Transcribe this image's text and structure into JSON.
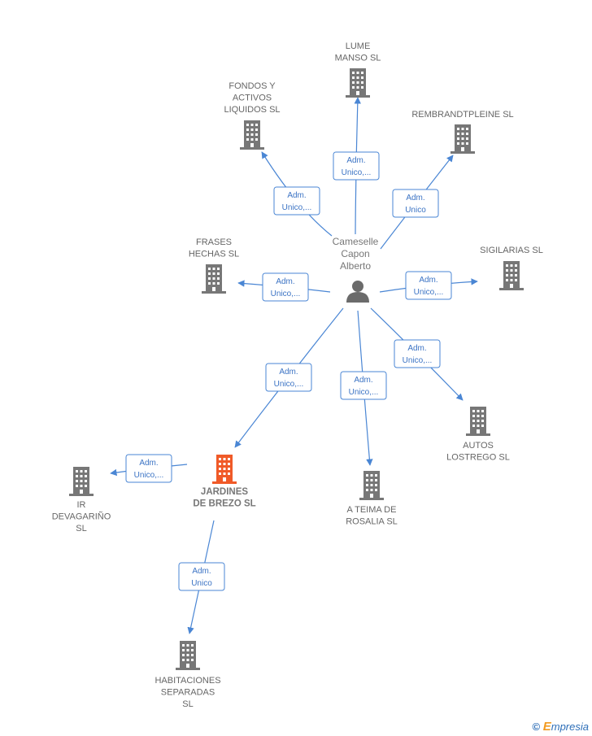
{
  "person": {
    "name_lines": [
      "Cameselle",
      "Capon",
      "Alberto"
    ]
  },
  "companies": [
    {
      "id": "lume",
      "lines": [
        "LUME",
        "MANSO  SL"
      ]
    },
    {
      "id": "fondos",
      "lines": [
        "FONDOS Y",
        "ACTIVOS",
        "LIQUIDOS  SL"
      ]
    },
    {
      "id": "rembrandt",
      "lines": [
        "REMBRANDTPLEINE SL"
      ]
    },
    {
      "id": "frases",
      "lines": [
        "FRASES",
        "HECHAS  SL"
      ]
    },
    {
      "id": "sigilarias",
      "lines": [
        "SIGILARIAS  SL"
      ]
    },
    {
      "id": "autos",
      "lines": [
        "AUTOS",
        "LOSTREGO SL"
      ]
    },
    {
      "id": "teima",
      "lines": [
        "A TEIMA DE",
        "ROSALIA  SL"
      ]
    },
    {
      "id": "jardines",
      "lines": [
        "JARDINES",
        "DE BREZO  SL"
      ],
      "highlight": true
    },
    {
      "id": "ir",
      "lines": [
        "IR",
        "DEVAGARIÑO",
        "SL"
      ]
    },
    {
      "id": "habitaciones",
      "lines": [
        "HABITACIONES",
        "SEPARADAS",
        "SL"
      ]
    }
  ],
  "relations": [
    {
      "from": "person",
      "to": "lume",
      "lines": [
        "Adm.",
        "Unico,..."
      ]
    },
    {
      "from": "person",
      "to": "fondos",
      "lines": [
        "Adm.",
        "Unico,..."
      ]
    },
    {
      "from": "person",
      "to": "rembrandt",
      "lines": [
        "Adm.",
        "Unico"
      ]
    },
    {
      "from": "person",
      "to": "frases",
      "lines": [
        "Adm.",
        "Unico,..."
      ]
    },
    {
      "from": "person",
      "to": "sigilarias",
      "lines": [
        "Adm.",
        "Unico,..."
      ]
    },
    {
      "from": "person",
      "to": "autos",
      "lines": [
        "Adm.",
        "Unico,..."
      ]
    },
    {
      "from": "person",
      "to": "teima",
      "lines": [
        "Adm.",
        "Unico,..."
      ]
    },
    {
      "from": "person",
      "to": "jardines",
      "lines": [
        "Adm.",
        "Unico,..."
      ]
    },
    {
      "from": "jardines",
      "to": "ir",
      "lines": [
        "Adm.",
        "Unico,..."
      ]
    },
    {
      "from": "jardines",
      "to": "habitaciones",
      "lines": [
        "Adm.",
        "Unico"
      ]
    }
  ],
  "colors": {
    "edge": "#4a86d4",
    "building": "#777777",
    "building_highlight": "#f05a28",
    "person": "#6b6b6b"
  },
  "footer": {
    "copyright": "©",
    "brand_initial": "E",
    "brand_rest": "mpresia"
  }
}
